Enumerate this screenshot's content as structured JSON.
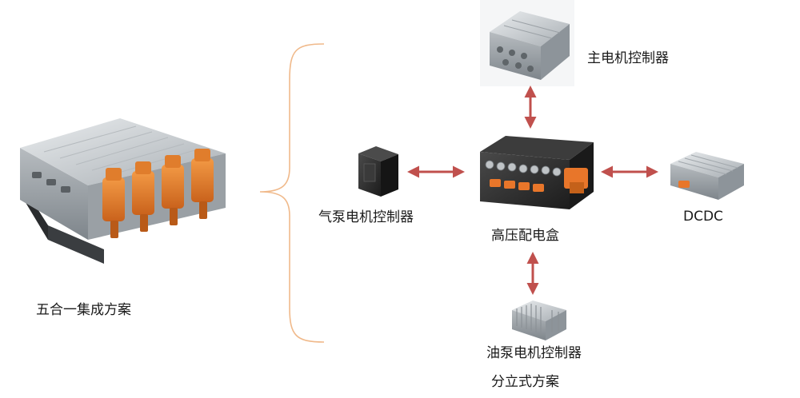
{
  "labels": {
    "integrated": "五合一集成方案",
    "main_motor": "主电机控制器",
    "air_pump": "气泵电机控制器",
    "hv_box": "高压配电盒",
    "dcdc": "DCDC",
    "oil_pump": "油泵电机控制器",
    "split": "分立式方案"
  },
  "colors": {
    "brace": "#f0b98a",
    "arrow": "#c0504d",
    "orange": "#e87b24",
    "orange_dark": "#c4611a",
    "metal": "#c9cdd1",
    "metal_dark": "#8d949a",
    "black_box": "#2b2b2b"
  },
  "icons": {
    "integrated": "five-in-one-controller-icon",
    "main_motor": "main-motor-controller-icon",
    "air_pump": "air-pump-controller-icon",
    "hv_box": "hv-distribution-box-icon",
    "dcdc": "dcdc-converter-icon",
    "oil_pump": "oil-pump-controller-icon"
  }
}
